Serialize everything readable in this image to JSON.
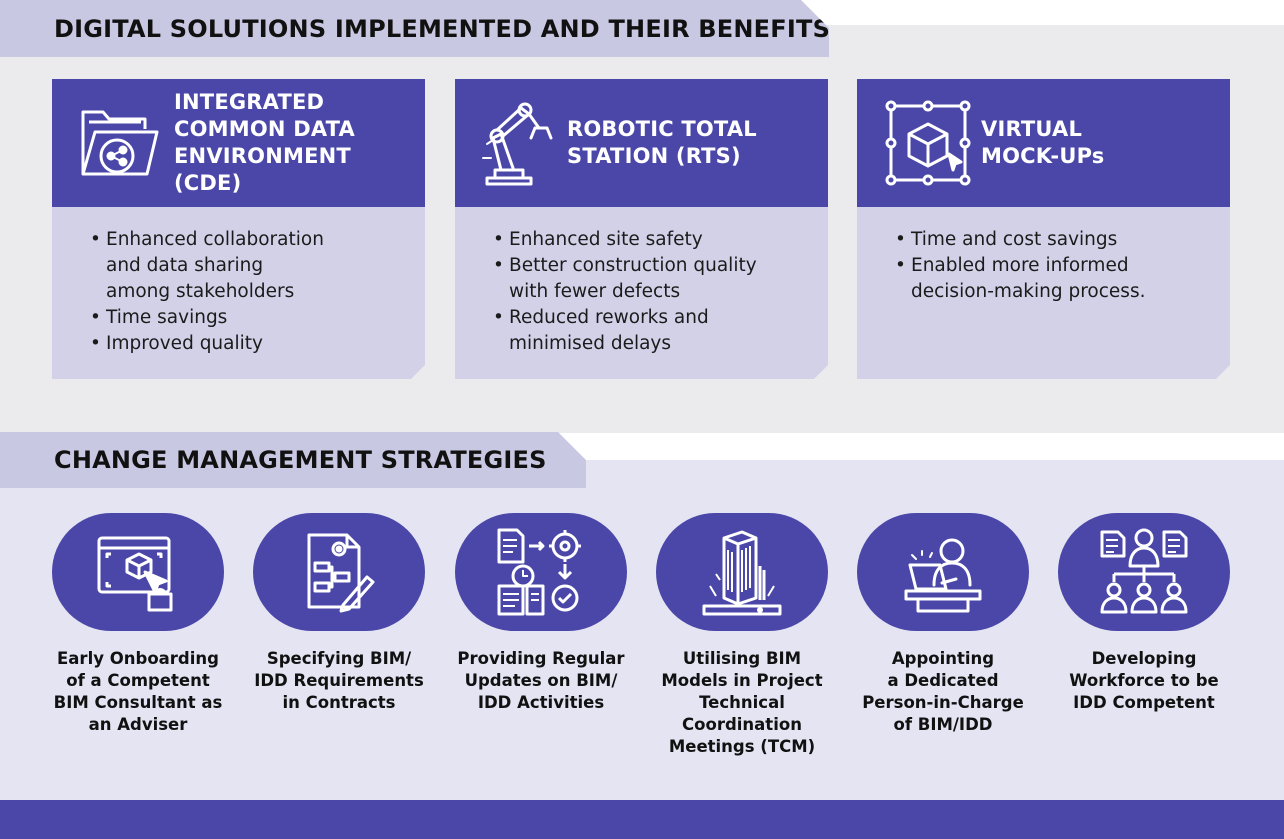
{
  "section1": {
    "title": "DIGITAL SOLUTIONS IMPLEMENTED AND THEIR BENEFITS",
    "cards": [
      {
        "icon": "folder-share-icon",
        "title_lines": [
          "INTEGRATED",
          "COMMON DATA",
          "ENVIRONMENT (CDE)"
        ],
        "benefits": [
          [
            "Enhanced collaboration",
            "and data sharing",
            "among stakeholders"
          ],
          [
            "Time savings"
          ],
          [
            "Improved quality"
          ]
        ]
      },
      {
        "icon": "robotic-arm-icon",
        "title_lines": [
          "ROBOTIC TOTAL",
          "STATION (RTS)"
        ],
        "benefits": [
          [
            "Enhanced site safety"
          ],
          [
            "Better construction quality",
            "with fewer defects"
          ],
          [
            "Reduced reworks and",
            "minimised delays"
          ]
        ]
      },
      {
        "icon": "3d-cube-icon",
        "title_lines": [
          "VIRTUAL",
          "MOCK-UPs"
        ],
        "benefits": [
          [
            "Time and cost savings"
          ],
          [
            "Enabled more informed",
            "decision-making process."
          ]
        ]
      }
    ]
  },
  "section2": {
    "title": "CHANGE MANAGEMENT STRATEGIES",
    "strategies": [
      {
        "icon": "bim-consultant-screen-icon",
        "label_lines": [
          "Early Onboarding",
          "of a Competent",
          "BIM Consultant as",
          "an Adviser"
        ]
      },
      {
        "icon": "contract-document-icon",
        "label_lines": [
          "Specifying BIM/",
          "IDD Requirements",
          "in Contracts"
        ]
      },
      {
        "icon": "process-update-icon",
        "label_lines": [
          "Providing Regular",
          "Updates on BIM/",
          "IDD Activities"
        ]
      },
      {
        "icon": "building-model-icon",
        "label_lines": [
          "Utilising BIM",
          "Models in Project",
          "Technical",
          "Coordination",
          "Meetings (TCM)"
        ]
      },
      {
        "icon": "person-at-laptop-icon",
        "label_lines": [
          "Appointing",
          "a Dedicated",
          "Person-in-Charge",
          "of BIM/IDD"
        ]
      },
      {
        "icon": "workforce-team-icon",
        "label_lines": [
          "Developing",
          "Workforce to be",
          "IDD Competent"
        ]
      }
    ]
  },
  "colors": {
    "primary": "#4a47a8",
    "card_body": "#d2d1e8",
    "banner": "#c9c8e2",
    "top_background": "#ebebee",
    "bottom_background": "#e5e4f3"
  }
}
